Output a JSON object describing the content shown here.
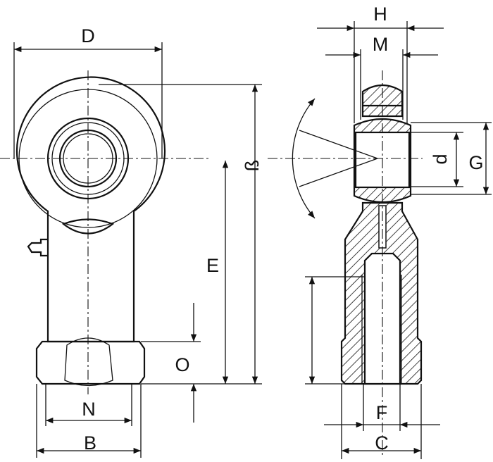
{
  "labels": {
    "D": "D",
    "H": "H",
    "M": "M",
    "beta": "ß",
    "d": "d",
    "G": "G",
    "E": "E",
    "O": "O",
    "N": "N",
    "B": "B",
    "F": "F",
    "C": "C"
  },
  "colors": {
    "line": "#111111",
    "background": "#ffffff"
  }
}
